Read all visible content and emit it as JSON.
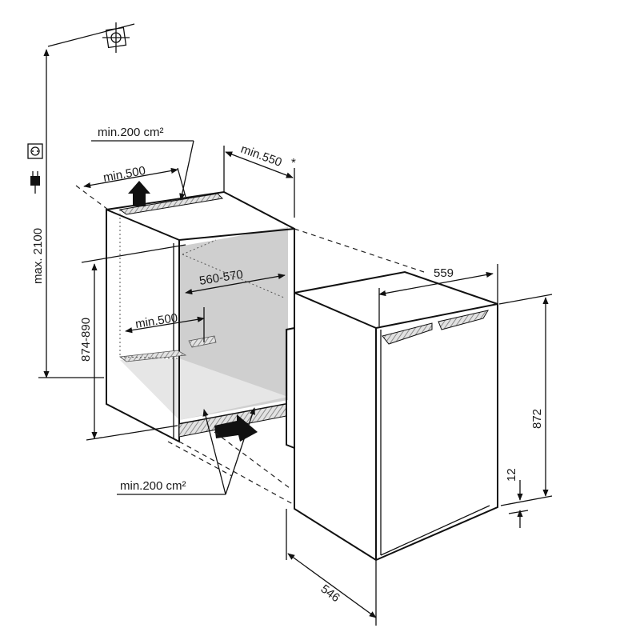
{
  "diagram": {
    "labels": {
      "max_height": "max. 2100",
      "vent_area_top": "min.200 cm²",
      "depth_top": "min.550",
      "asterisk": "*",
      "width_top": "min.500",
      "niche_height": "874-890",
      "niche_width": "560-570",
      "depth_floor": "min.500",
      "vent_area_bottom": "min.200 cm²",
      "unit_width": "559",
      "unit_height": "872",
      "plinth_offset": "12",
      "unit_depth": "546"
    },
    "icons": [
      "water-connection-icon",
      "power-socket-icon",
      "power-plug-icon",
      "airflow-arrow-icon"
    ],
    "colors": {
      "line": "#111111",
      "niche_interior": "#c8c8c8",
      "vent_hatch": "#b0b0b0"
    }
  }
}
